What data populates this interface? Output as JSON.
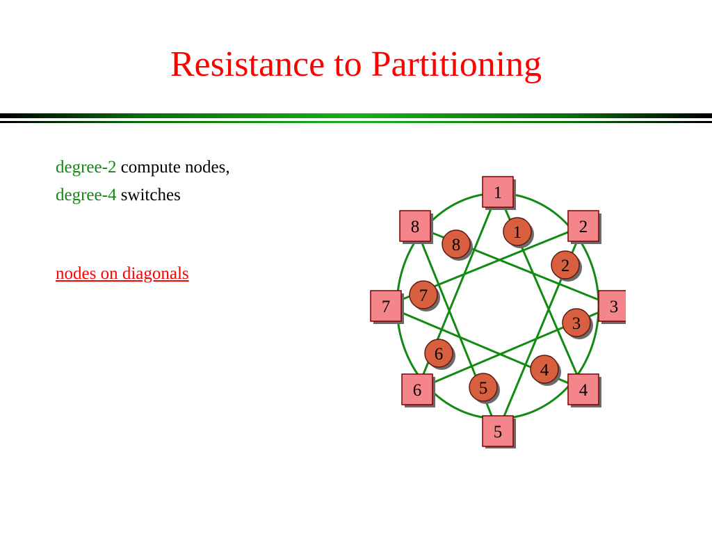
{
  "title": "Resistance to Partitioning",
  "text": {
    "line1_highlight": "degree-2",
    "line1_rest": " compute nodes,",
    "line2_highlight": "degree-4",
    "line2_rest": " switches",
    "line3_link": "nodes on diagonals"
  },
  "diagram": {
    "switch_labels": [
      "1",
      "2",
      "3",
      "4",
      "5",
      "6",
      "7",
      "8"
    ],
    "node_labels": [
      "1",
      "2",
      "3",
      "4",
      "5",
      "6",
      "7",
      "8"
    ]
  },
  "colors": {
    "title": "#ff0000",
    "highlight": "#118a11",
    "link": "#ff0000",
    "ring": "#118a11",
    "switch_fill": "#f4858a",
    "node_fill": "#d86040"
  }
}
